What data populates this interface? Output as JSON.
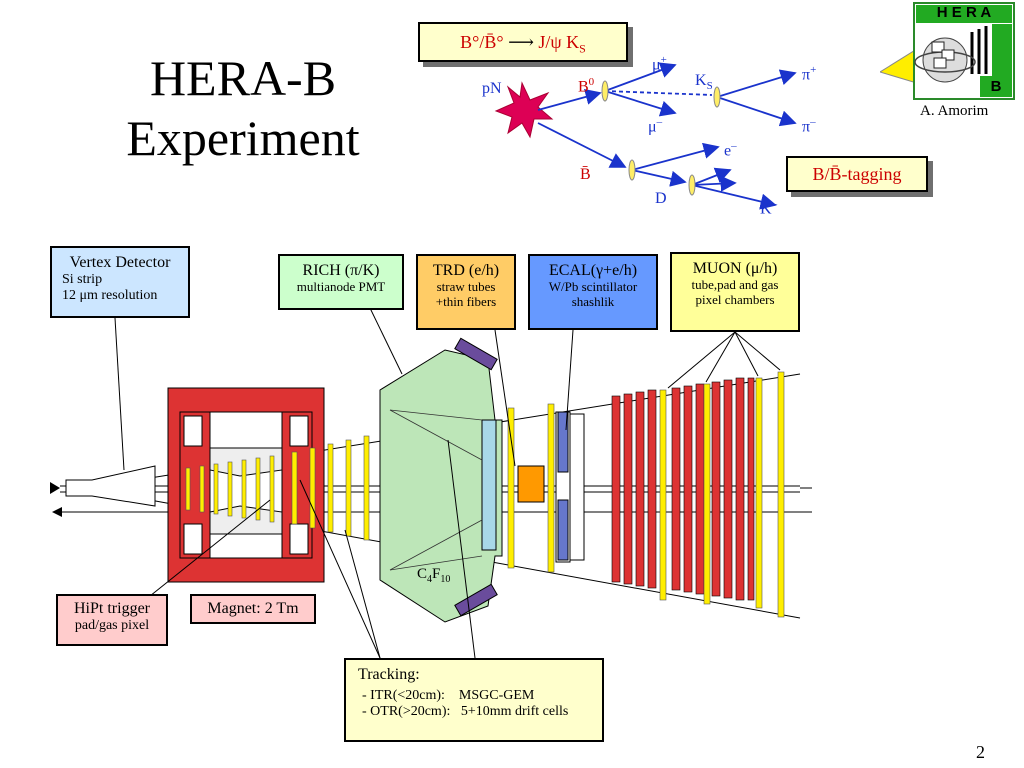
{
  "slide": {
    "title_line1": "HERA-B",
    "title_line2": "Experiment",
    "author": "A. Amorim",
    "page_number": "2"
  },
  "logo": {
    "top": "H E R A",
    "bottom": "B"
  },
  "decay": {
    "header_b": "B°/B̄°",
    "header_arrow": "⟶",
    "header_jpsi": "J/ψ K",
    "header_ks_sub": "S",
    "pN": "pN",
    "b0": "B",
    "b0_sup": "0",
    "mu_plus": "μ",
    "mu_plus_sup": "+",
    "mu_minus": "μ",
    "mu_minus_sup": "–",
    "ks": "K",
    "ks_sub": "S",
    "pi_plus": "π",
    "pi_plus_sup": "+",
    "pi_minus": "π",
    "pi_minus_sup": "–",
    "bbar": "B̄",
    "e_minus": "e",
    "e_minus_sup": "–",
    "d": "D",
    "k_minus": "K",
    "k_minus_sup": "–",
    "tagging": "B/B̄-tagging"
  },
  "components": {
    "vertex": {
      "title": "Vertex Detector",
      "line1": "Si strip",
      "line2": "12 μm resolution",
      "color": "#cce6ff"
    },
    "rich": {
      "title": "RICH (π/K)",
      "line1": "multianode PMT",
      "color": "#ccffcc"
    },
    "trd": {
      "title": "TRD (e/h)",
      "line1": "straw tubes",
      "line2": "+thin fibers",
      "color": "#ffcc66"
    },
    "ecal": {
      "title": "ECAL(γ+e/h)",
      "line1": "W/Pb scintillator",
      "line2": "shashlik",
      "color": "#6699ff"
    },
    "muon": {
      "title": "MUON (μ/h)",
      "line1": "tube,pad and gas",
      "line2": "pixel chambers",
      "color": "#ffff99"
    },
    "hipt": {
      "title": "HiPt trigger",
      "line1": "pad/gas pixel",
      "color": "#ffcccc"
    },
    "magnet": {
      "title": "Magnet: 2 Tm",
      "color": "#ffcccc"
    },
    "tracking": {
      "title": "Tracking:",
      "line1": "- ITR(<20cm):    MSGC-GEM",
      "line2": "- OTR(>20cm):   5+10mm drift cells",
      "color": "#ffffcc"
    }
  },
  "detector": {
    "gas_label": "C",
    "gas_sub1": "4",
    "gas_mid": "F",
    "gas_sub2": "10"
  }
}
